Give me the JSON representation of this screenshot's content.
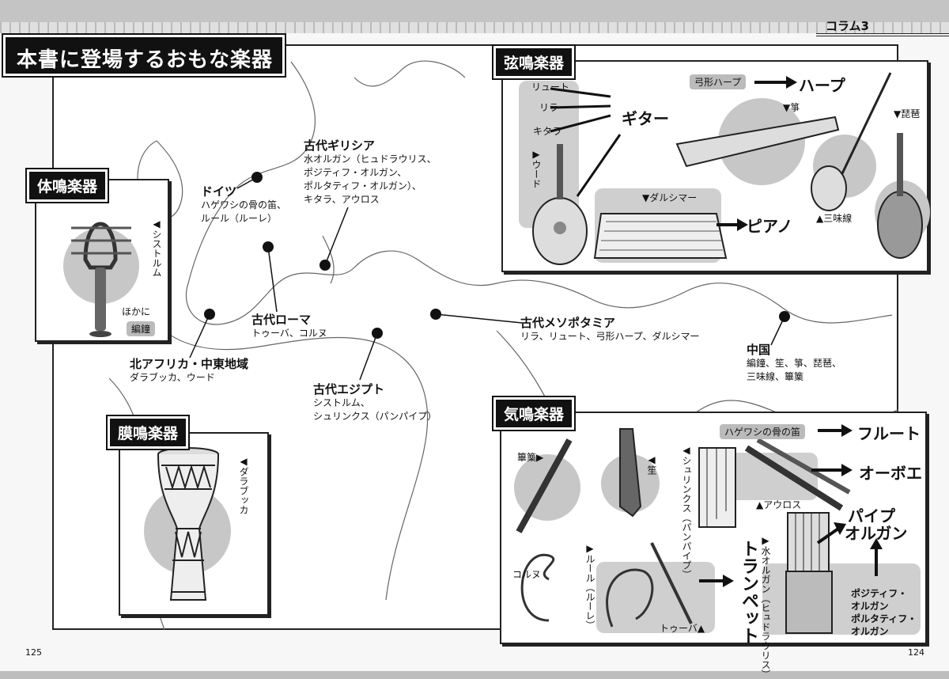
{
  "column_tab": "コラム3",
  "title": "本書に登場するおもな楽器",
  "map": {
    "greece": {
      "name": "古代ギリシア",
      "items": [
        "水オルガン（ヒュドラウリス、",
        "ポジティフ・オルガン、",
        "ポルタティフ・オルガン）、",
        "キタラ、アウロス"
      ]
    },
    "germany": {
      "name": "ドイツ",
      "items": [
        "ハゲワシの骨の笛、",
        "ルール（ルーレ）"
      ]
    },
    "rome": {
      "name": "古代ローマ",
      "items": [
        "トゥーバ、コルヌ"
      ]
    },
    "north_africa": {
      "name": "北アフリカ・中東地域",
      "items": [
        "ダラブッカ、ウード"
      ]
    },
    "mesopotamia": {
      "name": "古代メソポタミア",
      "items": [
        "リラ、リュート、弓形ハープ、ダルシマー"
      ]
    },
    "egypt": {
      "name": "古代エジプト",
      "items": [
        "シストルム、",
        "シュリンクス（パンパイプ）"
      ]
    },
    "china": {
      "name": "中国",
      "items": [
        "編鐘、笙、箏、琵琶、",
        "三味線、篳篥"
      ]
    }
  },
  "idiophone": {
    "title": "体鳴楽器",
    "sistrum": "◀シストルム",
    "other_label": "ほかに",
    "other_item": "編鐘"
  },
  "membranophone": {
    "title": "膜鳴楽器",
    "darbuka": "◀ダラブッカ"
  },
  "chordophone": {
    "title": "弦鳴楽器",
    "lute": "リュート",
    "lyra": "リラ",
    "kithara": "キタラ",
    "oud": "▶ウード",
    "guitar": "ギター",
    "bow_harp": "弓形ハープ",
    "harp": "ハープ",
    "zheng": "▼箏",
    "pipa": "▼琵琶",
    "shamisen": "▲三味線",
    "dulcimer": "▼ダルシマー",
    "piano": "ピアノ"
  },
  "aerophone": {
    "title": "気鳴楽器",
    "bone_flute": "ハゲワシの骨の笛",
    "flute": "フルート",
    "oboe": "オーボエ",
    "aulos": "▲アウロス",
    "hichiriki": "篳篥▶",
    "sheng": "◀笙",
    "syrinx": "◀シュリンクス（パンパイプ）",
    "cornu": "コルヌ",
    "rule": "▶ルール（ルーレ）",
    "tuba": "トゥーバ▲",
    "trumpet": "トランペット",
    "hydraulis": "▶水オルガン（ヒュドラウリス）",
    "pipe_organ_1": "パイプ",
    "pipe_organ_2": "オルガン",
    "positive_1": "ポジティフ・",
    "positive_2": "オルガン",
    "portative_1": "ポルタティフ・",
    "portative_2": "オルガン"
  },
  "page_numbers": {
    "left": "125",
    "right": "124"
  }
}
